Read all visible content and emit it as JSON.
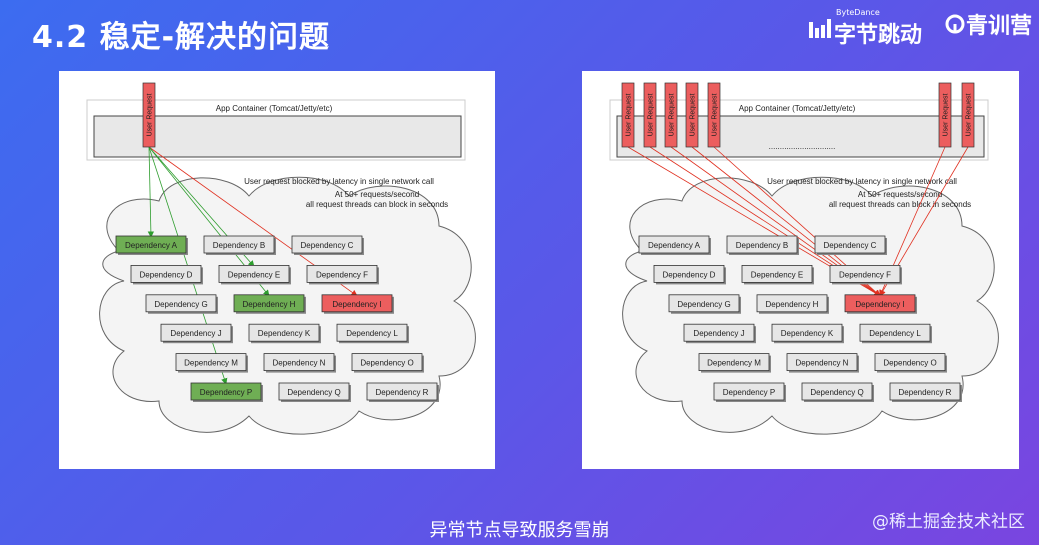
{
  "header": {
    "title": "4.2  稳定-解决的问题",
    "brand_small": "ByteDance",
    "brand_main": "字节跳动",
    "brand2": "青训营"
  },
  "diagram": {
    "container_label": "App Container (Tomcat/Jetty/etc)",
    "user_request": "User Request",
    "note1": "User request blocked by latency in single network call",
    "note2": "At 50+ requests/second",
    "note3": "all request threads can block in seconds",
    "dots": "..............................",
    "deps": [
      "Dependency A",
      "Dependency B",
      "Dependency C",
      "Dependency D",
      "Dependency E",
      "Dependency F",
      "Dependency G",
      "Dependency H",
      "Dependency I",
      "Dependency J",
      "Dependency K",
      "Dependency L",
      "Dependency M",
      "Dependency N",
      "Dependency O",
      "Dependency P",
      "Dependency Q",
      "Dependency R"
    ]
  },
  "caption": "异常节点导致服务雪崩",
  "watermark": "@稀土掘金技术社区",
  "colors": {
    "green": "#6fae54",
    "red": "#ec5e5e",
    "gray": "#e6e6e6"
  }
}
